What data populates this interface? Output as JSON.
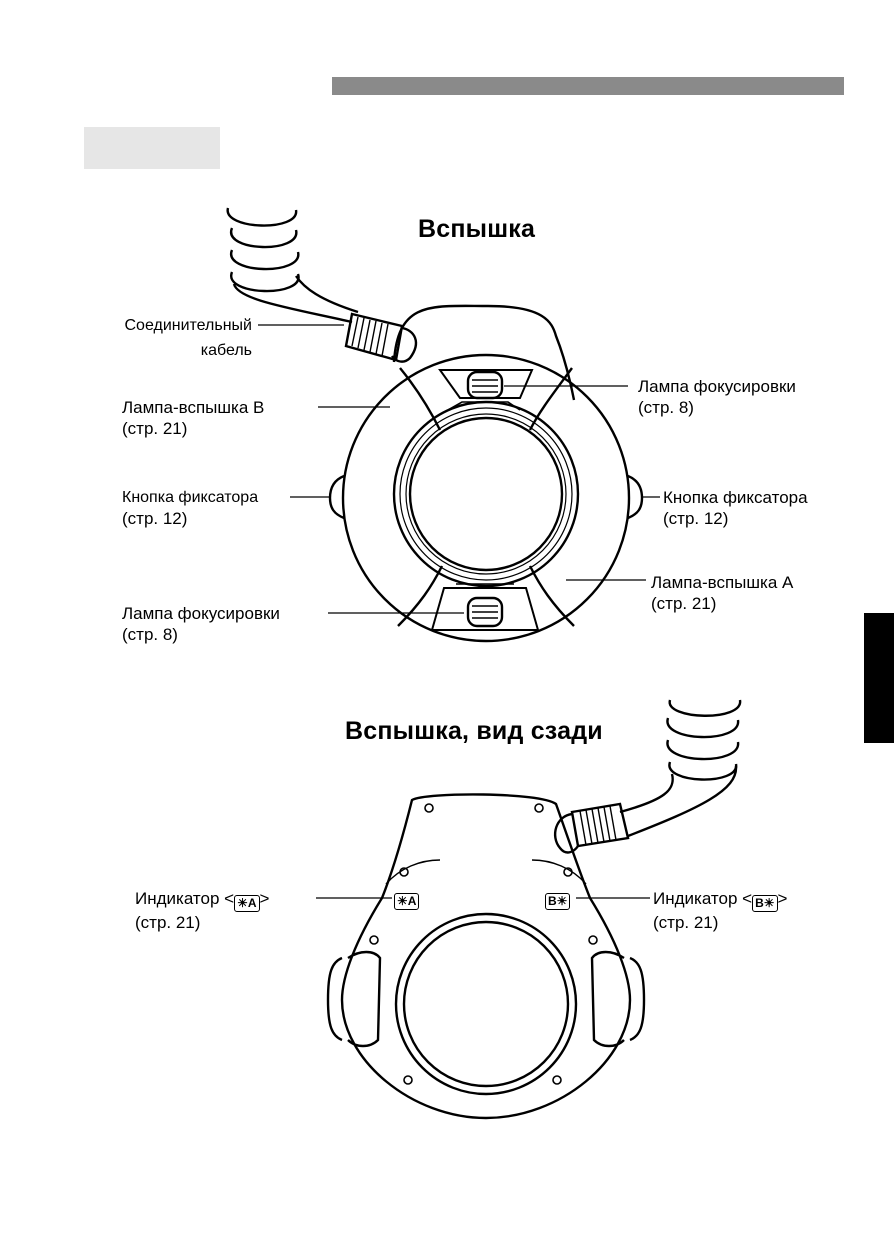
{
  "titles": {
    "front": "Вспышка",
    "rear": "Вспышка, вид сзади"
  },
  "front_labels": {
    "cable": {
      "line1": "Соединительный",
      "line2": "кабель"
    },
    "flash_b": {
      "line1": "Лампа-вспышка B",
      "line2": "(стр. 21)"
    },
    "lock_left": {
      "line1": "Кнопка фиксатора",
      "line2": "(стр. 12)"
    },
    "focus_lamp_bottom": {
      "line1": "Лампа фокусировки",
      "line2": "(стр. 8)"
    },
    "focus_lamp_top": {
      "line1": "Лампа фокусировки",
      "line2": "(стр. 8)"
    },
    "lock_right": {
      "line1": "Кнопка фиксатора",
      "line2": "(стр. 12)"
    },
    "flash_a": {
      "line1": "Лампа-вспышка A",
      "line2": "(стр. 21)"
    }
  },
  "rear_labels": {
    "indicator_a": {
      "prefix": "Индикатор <",
      "icon": "☀A",
      "suffix": ">",
      "line2": "(стр. 21)"
    },
    "indicator_b": {
      "prefix": "Индикатор <",
      "icon": "B☀",
      "suffix": ">",
      "line2": "(стр. 21)"
    }
  },
  "indicator_icons": {
    "a": "☀A",
    "b": "B☀"
  },
  "colors": {
    "header_bar": "#8a8a8a",
    "header_tab": "#e6e6e6",
    "side_tab": "#000000"
  }
}
